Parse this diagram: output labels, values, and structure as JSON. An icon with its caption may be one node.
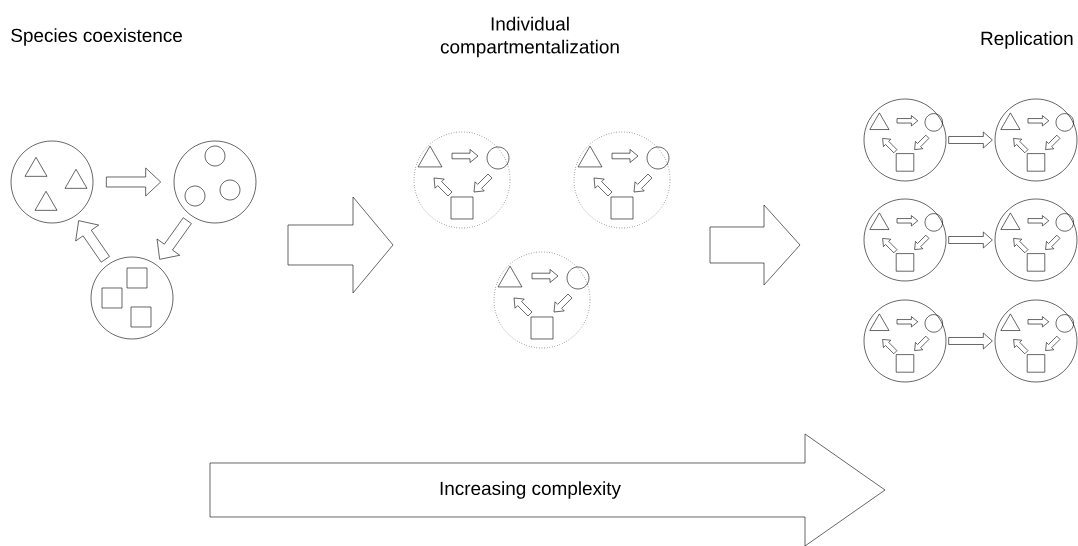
{
  "diagram": {
    "nodes": [
      {
        "text": [],
        "shape": "circle"
      },
      {
        "text": [],
        "shape": "circle"
      },
      {
        "text": [],
        "shape": "circle"
      },
      {
        "text": [],
        "shape": "circle"
      },
      {
        "text": [],
        "shape": "circle"
      },
      {
        "text": [],
        "shape": "circle"
      },
      {
        "text": [],
        "shape": "circle"
      },
      {
        "text": [],
        "shape": "circle"
      },
      {
        "text": [],
        "shape": "circle"
      },
      {
        "text": [],
        "shape": "circle"
      },
      {
        "text": [],
        "shape": "circle"
      },
      {
        "text": [],
        "shape": "circle"
      }
    ],
    "edges": [
      {
        "from": 0,
        "to": 1,
        "arrow": "to"
      },
      {
        "from": 1,
        "to": 2,
        "arrow": "to"
      },
      {
        "from": 2,
        "to": 0,
        "arrow": "to"
      },
      {
        "from": 6,
        "to": 7,
        "arrow": "to"
      },
      {
        "from": 8,
        "to": 9,
        "arrow": "to"
      },
      {
        "from": 10,
        "to": 11,
        "arrow": "to"
      }
    ],
    "labels": [
      "Species coexistence",
      "Individual compartmentalization",
      "Replication",
      "Increasing complexity"
    ]
  }
}
